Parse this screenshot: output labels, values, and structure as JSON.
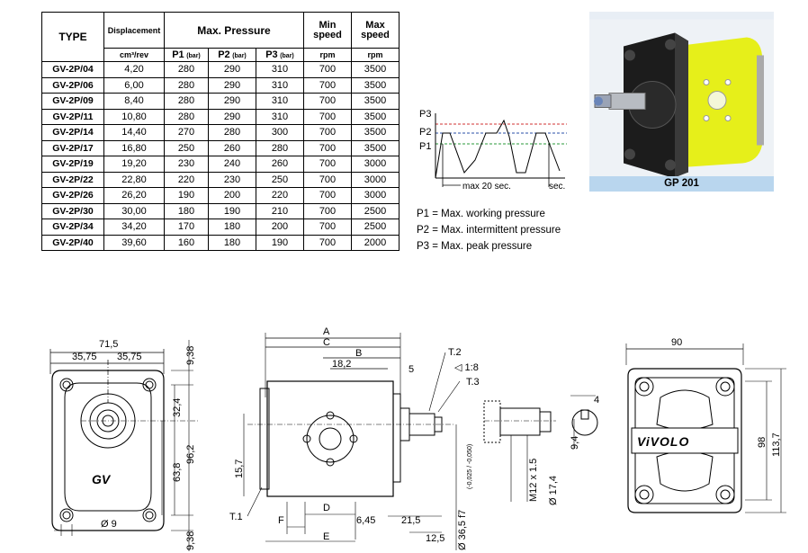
{
  "table": {
    "type_header": "TYPE",
    "displacement_header": "Displacement",
    "displacement_unit": "cm³/rev",
    "max_pressure_header": "Max. Pressure",
    "p1_header": "P1",
    "p2_header": "P2",
    "p3_header": "P3",
    "pressure_unit": "(bar)",
    "min_speed_line1": "Min",
    "min_speed_line2": "speed",
    "max_speed_line1": "Max",
    "max_speed_line2": "speed",
    "speed_unit": "rpm",
    "rows": [
      {
        "type": "GV-2P/04",
        "disp": "4,20",
        "p1": "280",
        "p2": "290",
        "p3": "310",
        "min": "700",
        "max": "3500"
      },
      {
        "type": "GV-2P/06",
        "disp": "6,00",
        "p1": "280",
        "p2": "290",
        "p3": "310",
        "min": "700",
        "max": "3500"
      },
      {
        "type": "GV-2P/09",
        "disp": "8,40",
        "p1": "280",
        "p2": "290",
        "p3": "310",
        "min": "700",
        "max": "3500"
      },
      {
        "type": "GV-2P/11",
        "disp": "10,80",
        "p1": "280",
        "p2": "290",
        "p3": "310",
        "min": "700",
        "max": "3500"
      },
      {
        "type": "GV-2P/14",
        "disp": "14,40",
        "p1": "270",
        "p2": "280",
        "p3": "300",
        "min": "700",
        "max": "3500"
      },
      {
        "type": "GV-2P/17",
        "disp": "16,80",
        "p1": "250",
        "p2": "260",
        "p3": "280",
        "min": "700",
        "max": "3500"
      },
      {
        "type": "GV-2P/19",
        "disp": "19,20",
        "p1": "230",
        "p2": "240",
        "p3": "260",
        "min": "700",
        "max": "3000"
      },
      {
        "type": "GV-2P/22",
        "disp": "22,80",
        "p1": "220",
        "p2": "230",
        "p3": "250",
        "min": "700",
        "max": "3000"
      },
      {
        "type": "GV-2P/26",
        "disp": "26,20",
        "p1": "190",
        "p2": "200",
        "p3": "220",
        "min": "700",
        "max": "3000"
      },
      {
        "type": "GV-2P/30",
        "disp": "30,00",
        "p1": "180",
        "p2": "190",
        "p3": "210",
        "min": "700",
        "max": "2500"
      },
      {
        "type": "GV-2P/34",
        "disp": "34,20",
        "p1": "170",
        "p2": "180",
        "p3": "200",
        "min": "700",
        "max": "2500"
      },
      {
        "type": "GV-2P/40",
        "disp": "39,60",
        "p1": "160",
        "p2": "180",
        "p3": "190",
        "min": "700",
        "max": "2000"
      }
    ]
  },
  "graph": {
    "p3_label": "P3",
    "p2_label": "P2",
    "p1_label": "P1",
    "time_label": "max 20 sec.",
    "axis_unit": "sec.",
    "colors": {
      "p3": "#d03030",
      "p2": "#2a4fa8",
      "p1": "#2a9a3a"
    }
  },
  "legend": {
    "p1": "P1 = Max. working pressure",
    "p2": "P2 = Max. intermittent pressure",
    "p3": "P3 = Max. peak pressure"
  },
  "photo": {
    "caption": "GP 201",
    "body_color": "#e6ef1a"
  },
  "front_view": {
    "d_71_5": "71,5",
    "d_35_75_a": "35,75",
    "d_35_75_b": "35,75",
    "d_9_38_top": "9,38",
    "d_32_4": "32,4",
    "d_96_2": "96,2",
    "d_63_8": "63,8",
    "d_9_38_bottom": "9,38",
    "hole_dia": "Ø 9",
    "logo": "GV"
  },
  "side_view": {
    "A": "A",
    "C": "C",
    "B": "B",
    "d_18_2": "18,2",
    "d_5": "5",
    "T2": "T.2",
    "taper": "◁ 1:8",
    "T3": "T.3",
    "d_15_7": "15,7",
    "T1": "T.1",
    "F": "F",
    "D": "D",
    "E": "E",
    "d_6_45": "6,45",
    "d_21_5": "21,5",
    "d_12_5": "12,5",
    "shaft_dia": "Ø 36,5 f7",
    "tolerance": "(-0,025 / -0,050)"
  },
  "shaft_detail": {
    "thread": "M12 x 1.5",
    "dia": "Ø 17,4",
    "d_4": "4",
    "d_9_4": "9,4"
  },
  "back_view": {
    "d_90": "90",
    "d_98": "98",
    "d_113_7": "113,7",
    "brand": "ViVOLO"
  }
}
